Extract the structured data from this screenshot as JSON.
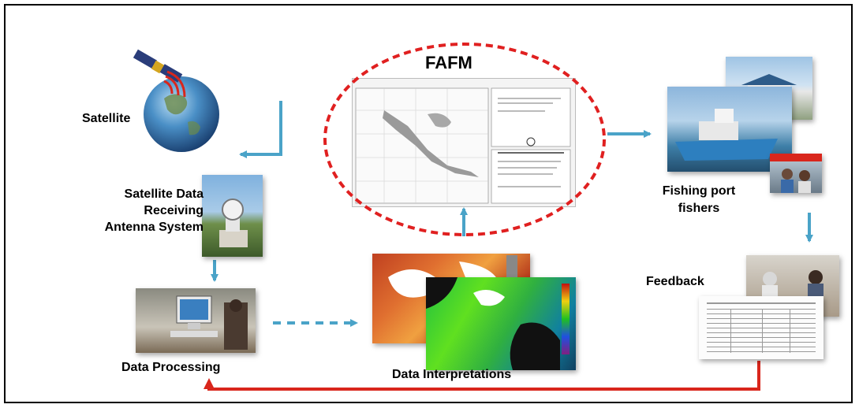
{
  "labels": {
    "satellite": "Satellite",
    "antenna_line1": "Satellite Data",
    "antenna_line2": "Receiving",
    "antenna_line3": "Antenna System",
    "data_processing": "Data Processing",
    "data_interpretations": "Data Interpretations",
    "fafm": "FAFM",
    "fishing_port_line1": "Fishing port",
    "fishing_port_line2": "fishers",
    "feedback": "Feedback"
  },
  "colors": {
    "flow_arrow": "#4aa3c8",
    "feedback_arrow": "#d9261c",
    "fafm_ellipse": "#e02020"
  }
}
